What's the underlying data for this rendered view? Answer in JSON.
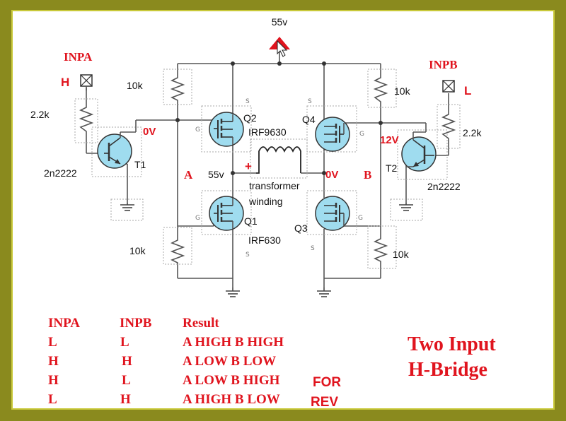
{
  "supply": {
    "label": "55v"
  },
  "inputs": {
    "a": {
      "name": "INPA",
      "state": "H"
    },
    "b": {
      "name": "INPB",
      "state": "L"
    }
  },
  "resistors": {
    "base_a": "2.2k",
    "base_b": "2.2k",
    "pull_up_a": "10k",
    "pull_up_b": "10k",
    "pull_down_a": "10k",
    "pull_down_b": "10k"
  },
  "transistors": {
    "t1": {
      "name": "T1",
      "part": "2n2222"
    },
    "t2": {
      "name": "T2",
      "part": "2n2222"
    }
  },
  "mosfets": {
    "q1": {
      "name": "Q1",
      "part": "IRF630"
    },
    "q2": {
      "name": "Q2",
      "part": "IRF9630"
    },
    "q3": {
      "name": "Q3"
    },
    "q4": {
      "name": "Q4"
    }
  },
  "pins": {
    "source": "S",
    "gate": "G"
  },
  "nodes": {
    "gate_a_voltage": "0V",
    "gate_b_voltage": "12V",
    "leg_a_voltage": "55v",
    "leg_b_voltage": "0V",
    "leg_a_label": "A",
    "leg_b_label": "B",
    "plus_sign": "+"
  },
  "load": {
    "line1": "transformer",
    "line2": "winding"
  },
  "truth_table": {
    "headers": [
      "INPA",
      "INPB",
      "Result"
    ],
    "rows": [
      {
        "a": "L",
        "b": "L",
        "result": "A HIGH B HIGH",
        "note": ""
      },
      {
        "a": "H",
        "b": "H",
        "result": "A LOW B LOW",
        "note": ""
      },
      {
        "a": "H",
        "b": "L",
        "result": "A LOW B HIGH",
        "note": "FOR"
      },
      {
        "a": "L",
        "b": "H",
        "result": "A HIGH B LOW",
        "note": "REV"
      }
    ]
  },
  "title": {
    "line1": "Two Input",
    "line2": "H-Bridge"
  },
  "colors": {
    "accent": "#e0141e",
    "mosfet_fill": "#9fdcef",
    "frame": "#8a8a1e"
  }
}
